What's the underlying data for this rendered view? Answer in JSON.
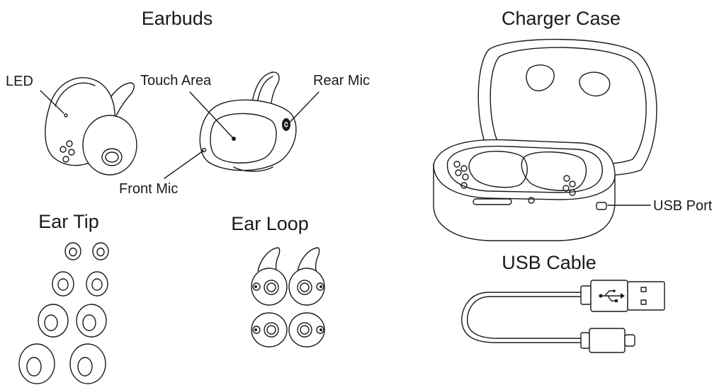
{
  "titles": {
    "earbuds": "Earbuds",
    "charger_case": "Charger Case",
    "ear_tip": "Ear Tip",
    "ear_loop": "Ear Loop",
    "usb_cable": "USB Cable"
  },
  "labels": {
    "led": "LED",
    "touch_area": "Touch Area",
    "rear_mic": "Rear Mic",
    "front_mic": "Front Mic",
    "usb_port": "USB Port"
  },
  "counts": {
    "ear_tip_sizes": 4,
    "ear_loop_pairs": 2
  }
}
